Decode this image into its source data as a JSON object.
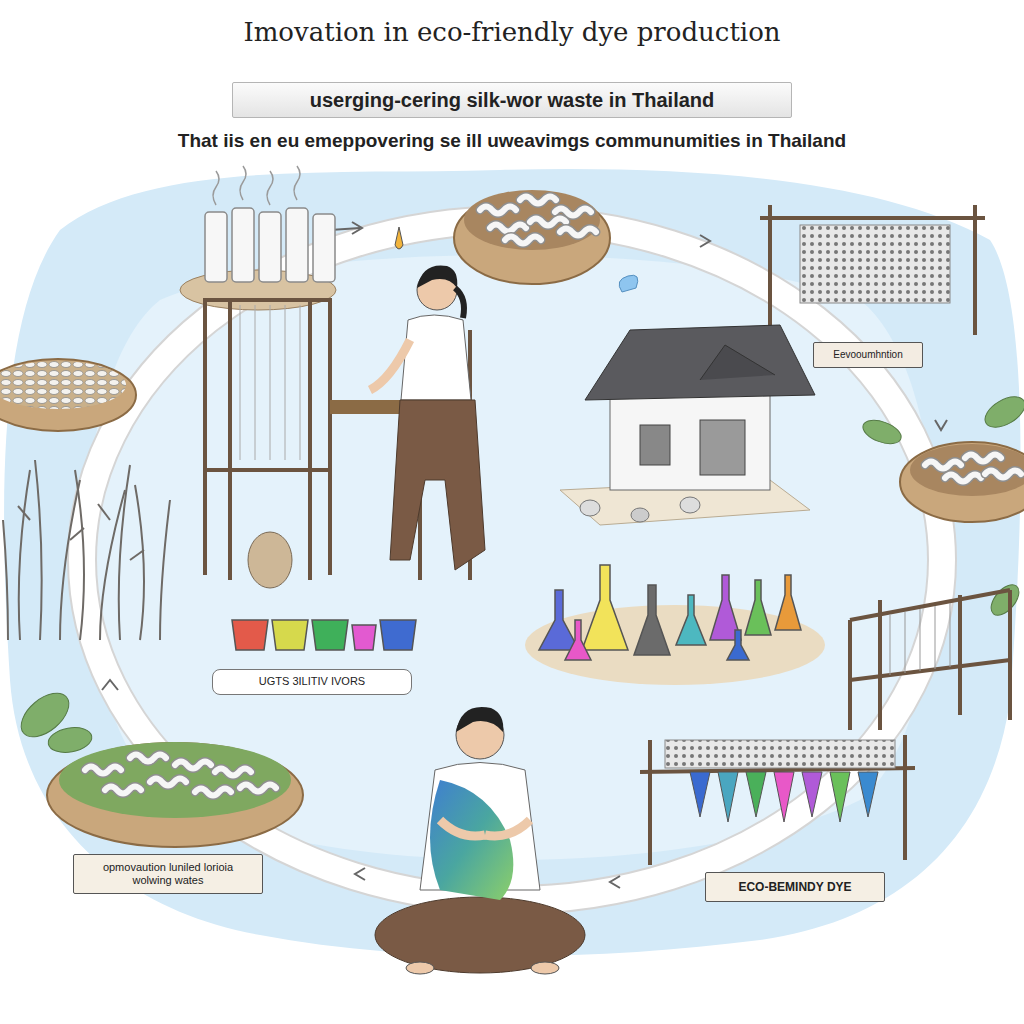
{
  "diagram": {
    "title": "Imovation in eco-friendly dye production",
    "nodes": [
      {
        "text": [
          "userging-cering silk-wor waste in Thailand"
        ]
      },
      {
        "text": [
          "Eevooumhntion"
        ]
      },
      {
        "text": [
          "UGTS 3ILITIV IVORS"
        ]
      },
      {
        "text": [
          "opmovaution luniled lorioia wolwing wates"
        ]
      },
      {
        "text": [
          "ECO-BEMINDY DYE"
        ]
      }
    ],
    "labels": [
      "That iis en eu emeppovering se ill uweavimgs communumities in Thailand"
    ]
  }
}
